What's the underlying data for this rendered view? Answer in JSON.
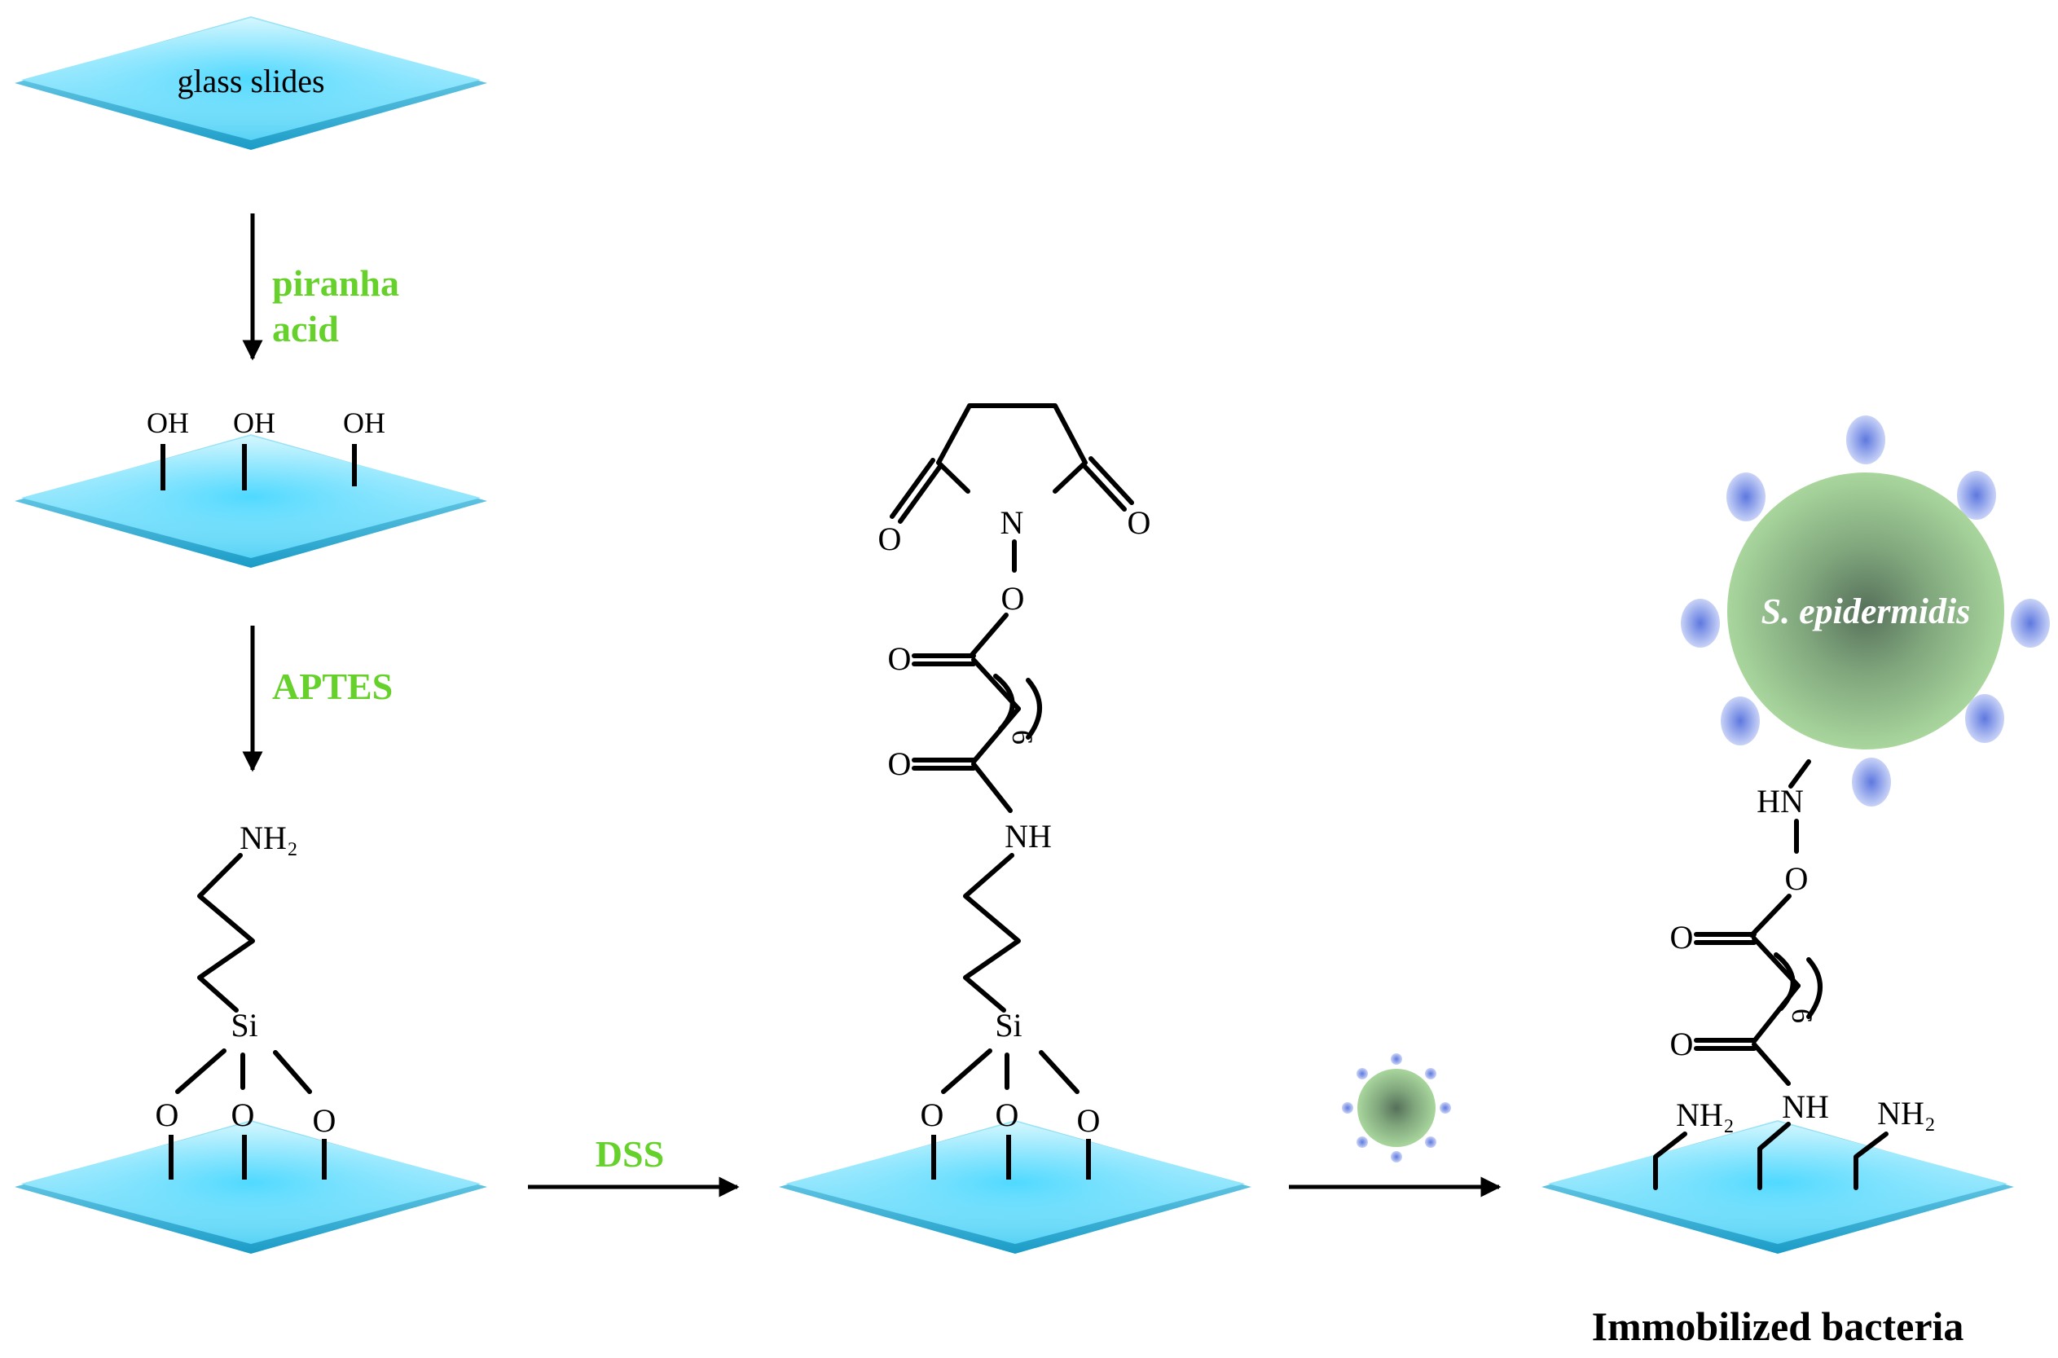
{
  "start_slide": {
    "label": "glass slides"
  },
  "steps": {
    "step1_reagent_line1": "piranha",
    "step1_reagent_line2": "acid",
    "step2_reagent": "APTES",
    "step3_reagent": "DSS"
  },
  "hydroxyl_slide": {
    "oh1": "OH",
    "oh2": "OH",
    "oh3": "OH"
  },
  "aptes_slide": {
    "amine": "NH₂",
    "silicon": "Si",
    "o1": "O",
    "o2": "O",
    "o3": "O"
  },
  "dss_slide": {
    "nitrogen": "N",
    "carbonyl_left": "O",
    "carbonyl_right": "O",
    "ester_o": "O",
    "carbonyl_1": "O",
    "repeat": "6",
    "carbonyl_2": "O",
    "amide": "NH",
    "silicon": "Si",
    "o1": "O",
    "o2": "O",
    "o3": "O"
  },
  "final_slide": {
    "bacterium": "S. epidermidis",
    "hn": "HN",
    "ester_o": "O",
    "carbonyl_1": "O",
    "repeat": "6",
    "carbonyl_2": "O",
    "amide": "NH",
    "amine_left": "NH₂",
    "amine_right": "NH₂"
  },
  "caption": "Immobilized bacteria",
  "colors": {
    "slide_light": "#d9f6ff",
    "slide_mid": "#7ee0fb",
    "slide_dark": "#1fb7e6",
    "reagent_green": "#66d12b",
    "bacterium_light": "#a8d49a",
    "bacterium_dark": "#4f6e4c",
    "pili_blue": "#7f95e8"
  }
}
